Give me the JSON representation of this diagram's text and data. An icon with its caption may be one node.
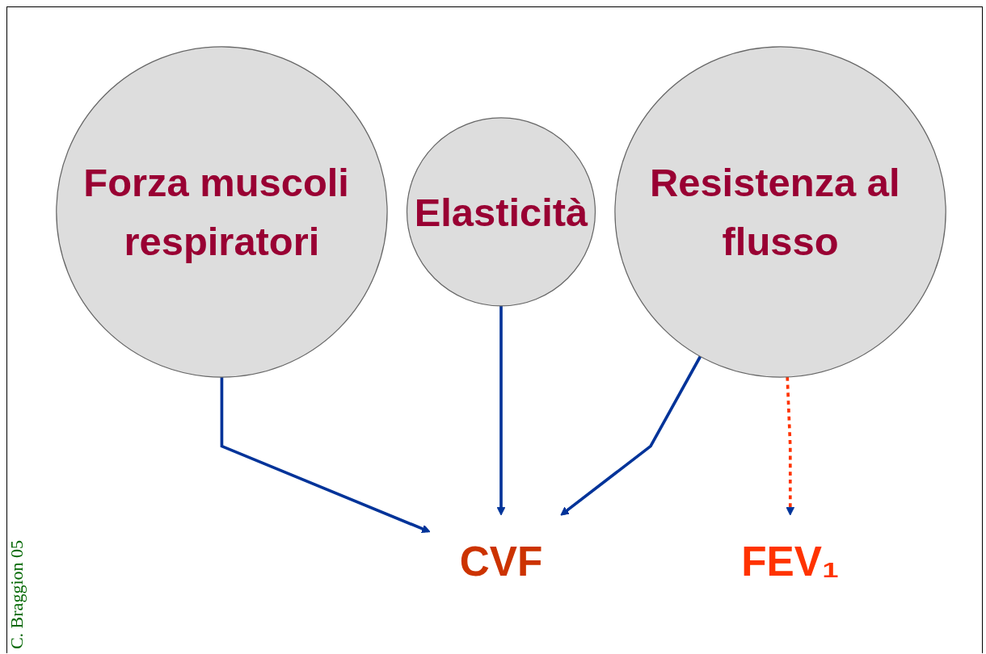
{
  "diagram": {
    "nodes": [
      {
        "text": [
          "Forza muscoli respiratori"
        ]
      },
      {
        "text": [
          "Elasticità"
        ]
      },
      {
        "text": [
          "Resistenza al flusso"
        ]
      },
      {
        "text": [
          "CVF"
        ]
      },
      {
        "text": [
          "FEV₁"
        ]
      }
    ],
    "edges": [
      {
        "from": 0,
        "to": 3,
        "arrow": "to"
      },
      {
        "from": 1,
        "to": 3,
        "arrow": "to"
      },
      {
        "from": 2,
        "to": 3,
        "arrow": "to"
      },
      {
        "from": 2,
        "to": 4,
        "arrow": "to",
        "style": "dashed",
        "color": "#ff3300"
      }
    ],
    "labels": [
      "C. Braggion 05"
    ]
  }
}
